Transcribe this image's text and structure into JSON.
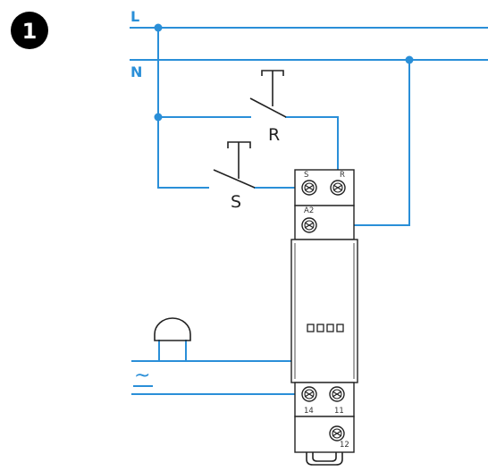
{
  "step_number": "1",
  "lines": {
    "live": "L",
    "neutral": "N"
  },
  "switches": {
    "set": "S",
    "reset": "R"
  },
  "terminals": {
    "set": "S",
    "reset": "R",
    "a2": "A2",
    "t14": "14",
    "t11": "11",
    "t12": "12"
  },
  "ac_symbol": "~",
  "colors": {
    "wire": "#2a8fd8",
    "device": "#222222",
    "badge": "#000000"
  }
}
